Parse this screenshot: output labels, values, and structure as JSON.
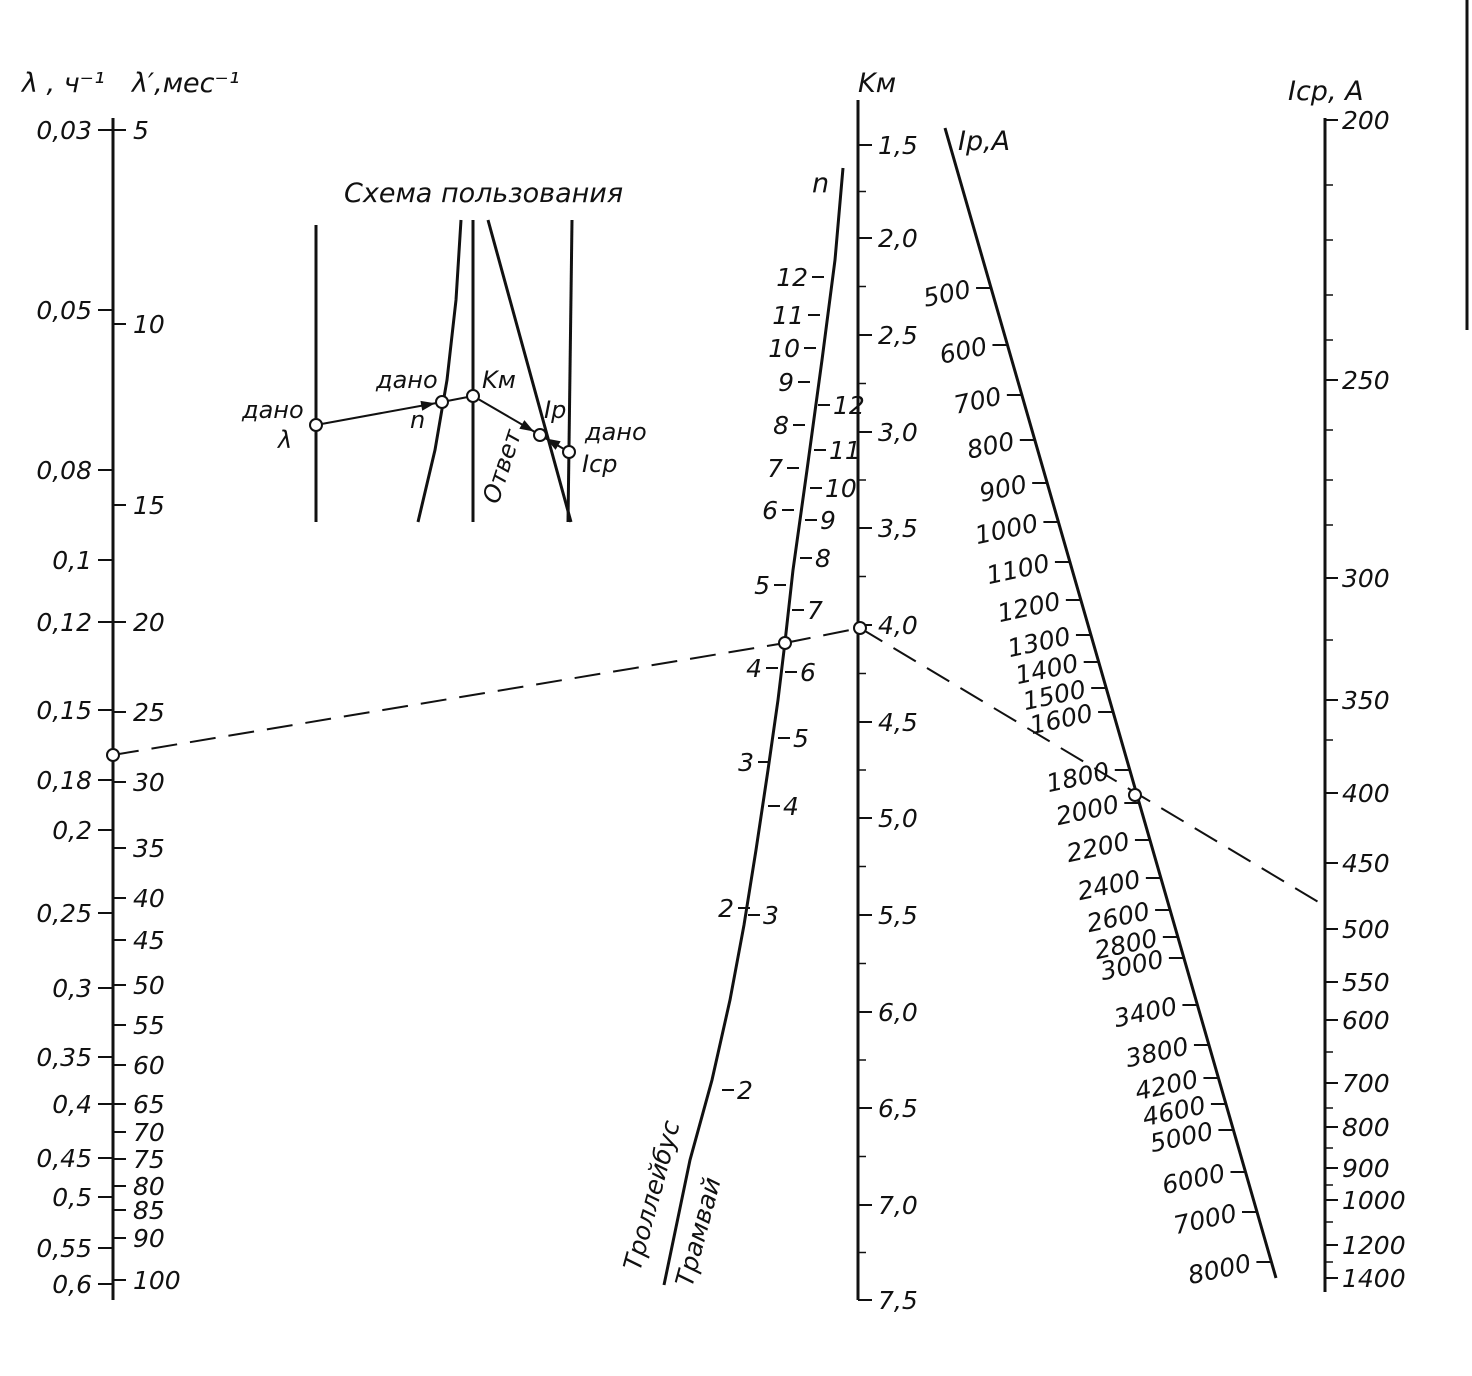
{
  "nomogram": {
    "scheme": {
      "title": "Схема пользования",
      "given_lambda": "дано",
      "lambda_symbol": "λ",
      "given_n": "дано",
      "n_symbol": "n",
      "km_symbol": "Kм",
      "ip_symbol": "Iр",
      "answer": "Ответ",
      "given_icp": "дано",
      "icp_symbol": "Iср"
    },
    "lambda_axis": {
      "title": "λ , ч⁻¹",
      "ticks": [
        "0,03",
        "0,05",
        "0,08",
        "0,1",
        "0,12",
        "0,15",
        "0,18",
        "0,2",
        "0,25",
        "0,3",
        "0,35",
        "0,4",
        "0,45",
        "0,5",
        "0,55",
        "0,6"
      ]
    },
    "lambda_month_axis": {
      "title": "λ′,мес⁻¹",
      "ticks": [
        "5",
        "10",
        "15",
        "20",
        "25",
        "30",
        "35",
        "40",
        "45",
        "50",
        "55",
        "60",
        "65",
        "70",
        "75",
        "80",
        "85",
        "90",
        "100"
      ]
    },
    "n_axis": {
      "title": "n",
      "trolleybus_label": "Троллейбус",
      "tram_label": "Трамвай",
      "trolleybus_ticks": [
        "12",
        "11",
        "10",
        "9",
        "8",
        "7",
        "6",
        "5",
        "4",
        "3",
        "2"
      ],
      "tram_ticks": [
        "12",
        "11",
        "10",
        "9",
        "8",
        "7",
        "6",
        "5",
        "4",
        "3",
        "2"
      ]
    },
    "km_axis": {
      "title": "Kм",
      "ticks": [
        "1,5",
        "2,0",
        "2,5",
        "3,0",
        "3,5",
        "4,0",
        "4,5",
        "5,0",
        "5,5",
        "6,0",
        "6,5",
        "7,0",
        "7,5"
      ]
    },
    "ip_axis": {
      "title": "Iр,A",
      "ticks": [
        "500",
        "600",
        "700",
        "800",
        "900",
        "1000",
        "1100",
        "1200",
        "1300",
        "1400",
        "1500",
        "1600",
        "1800",
        "2000",
        "2200",
        "2400",
        "2600",
        "2800",
        "3000",
        "3400",
        "3800",
        "4200",
        "4600",
        "5000",
        "6000",
        "7000",
        "8000"
      ]
    },
    "icp_axis": {
      "title": "Iср, A",
      "ticks": [
        "200",
        "250",
        "300",
        "350",
        "400",
        "450",
        "500",
        "550",
        "600",
        "700",
        "800",
        "900",
        "1000",
        "1200",
        "1400"
      ]
    },
    "example": {
      "lambda": "0,17",
      "n_tram": "6",
      "km": "4,0",
      "ip": "1800",
      "icp": "480"
    }
  }
}
